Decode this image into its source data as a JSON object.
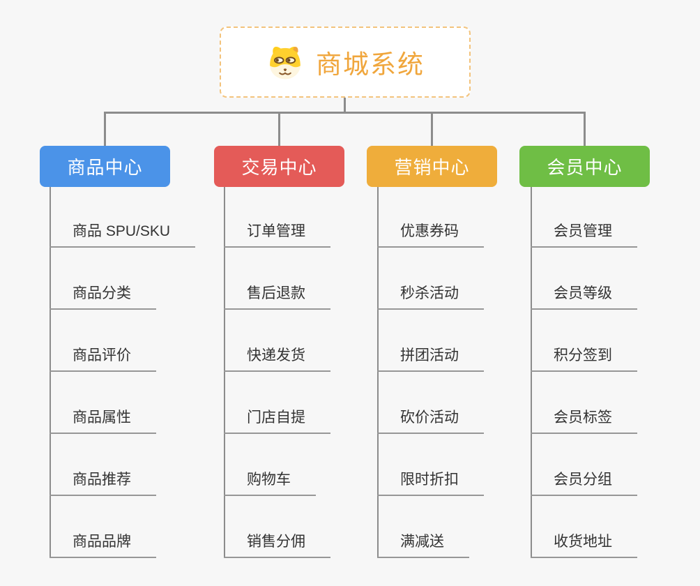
{
  "root": {
    "title": "商城系统",
    "icon": "shiba-dog-icon",
    "text_color": "#F0A63C",
    "border_color": "#F3C37C"
  },
  "branches": [
    {
      "label": "商品中心",
      "color": "#4B93E8",
      "children": [
        "商品 SPU/SKU",
        "商品分类",
        "商品评价",
        "商品属性",
        "商品推荐",
        "商品品牌"
      ]
    },
    {
      "label": "交易中心",
      "color": "#E45B58",
      "children": [
        "订单管理",
        "售后退款",
        "快递发货",
        "门店自提",
        "购物车",
        "销售分佣"
      ]
    },
    {
      "label": "营销中心",
      "color": "#EFAD3B",
      "children": [
        "优惠券码",
        "秒杀活动",
        "拼团活动",
        "砍价活动",
        "限时折扣",
        "满减送"
      ]
    },
    {
      "label": "会员中心",
      "color": "#6FBE45",
      "children": [
        "会员管理",
        "会员等级",
        "积分签到",
        "会员标签",
        "会员分组",
        "收货地址"
      ]
    }
  ],
  "colors": {
    "background": "#F7F7F7",
    "connector": "#8C8C8C",
    "child_line": "#979797",
    "child_text": "#333333"
  }
}
